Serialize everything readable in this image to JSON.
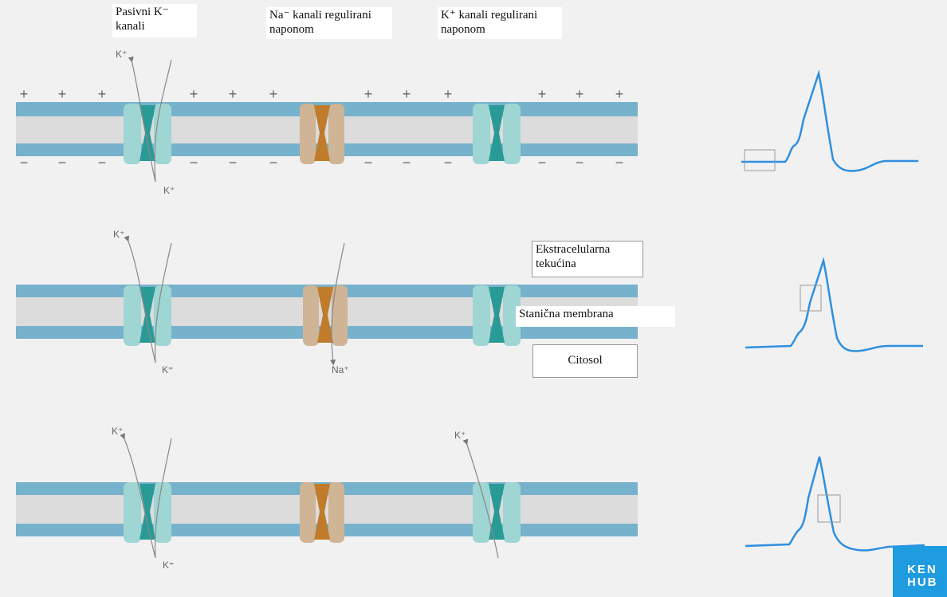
{
  "labels": {
    "passive_k": "Pasivni K⁻\nkanali",
    "na_voltage": "Na⁻ kanali regulirani\nnaponom",
    "k_voltage": "K⁺ kanali regulirani\nnaponom",
    "extracellular": "Ekstracelularna\ntekućina",
    "membrane": "Stanična membrana",
    "cytosol": "Citosol"
  },
  "ion_labels": {
    "r1_k_top": "K⁺",
    "r1_k_bottom": "K⁺",
    "r2_k_top": "K⁺",
    "r2_k_bottom": "K⁼",
    "r2_na_bottom": "Na⁺",
    "r3_k_top": "K⁺",
    "r3_k_bottom": "K⁼",
    "r3_k2_top": "K⁺"
  },
  "charges": {
    "plus": "+",
    "minus": "−"
  },
  "logo": {
    "line1": "KEN",
    "line2": "HUB"
  },
  "colors": {
    "background": "#f1f1f1",
    "membrane_blue": "#77b2cc",
    "membrane_core": "#dcdcdc",
    "k_channel": "#9fd5d3",
    "k_channel_pore": "#2a9a96",
    "na_channel": "#cfb495",
    "na_channel_pore": "#c07c2a",
    "trace": "#2f8fe0",
    "logo": "#1f9be0"
  }
}
